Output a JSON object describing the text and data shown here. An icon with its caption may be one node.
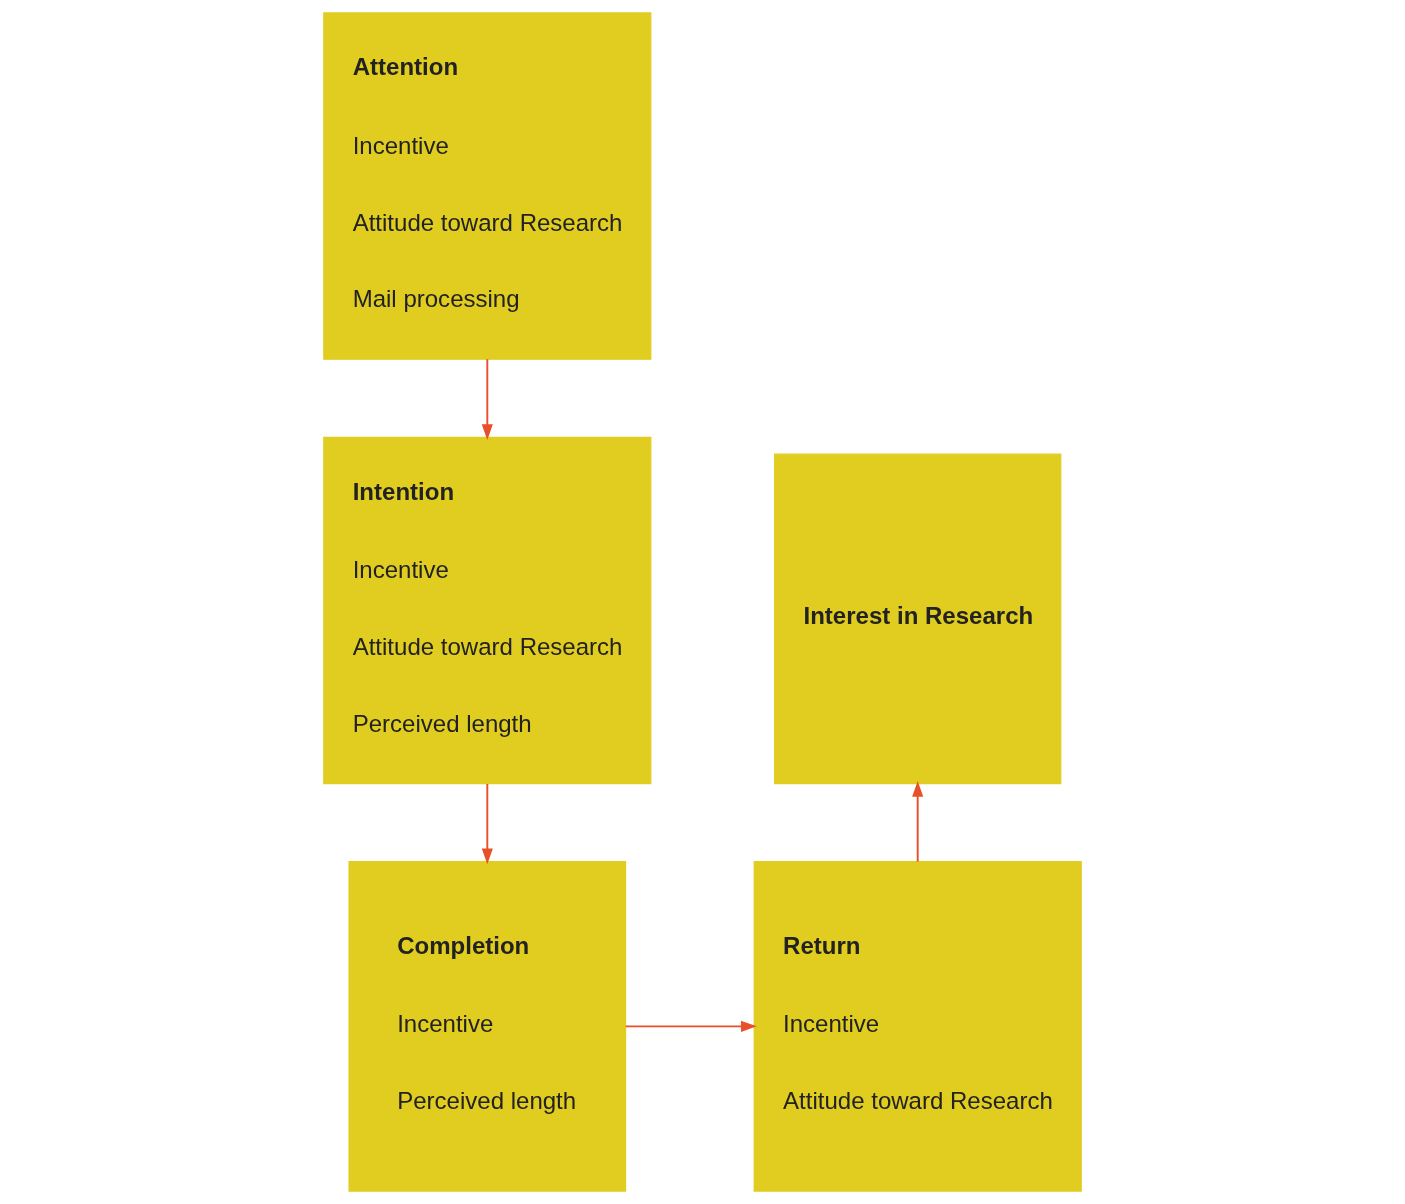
{
  "diagram": {
    "nodes": [
      {
        "text": [
          "Attention",
          "Incentive",
          "Attitude toward Research",
          "Mail processing"
        ]
      },
      {
        "text": [
          "Intention",
          "Incentive",
          "Attitude toward Research",
          "Perceived length"
        ]
      },
      {
        "text": [
          "Completion",
          "Incentive",
          "Perceived length"
        ]
      },
      {
        "text": [
          "Interest in Research"
        ]
      },
      {
        "text": [
          "Return",
          "Incentive",
          "Attitude toward Research"
        ]
      }
    ],
    "edges": [
      {
        "from": 0,
        "to": 1,
        "arrow": "to"
      },
      {
        "from": 1,
        "to": 2,
        "arrow": "to"
      },
      {
        "from": 2,
        "to": 4,
        "arrow": "to"
      },
      {
        "from": 4,
        "to": 3,
        "arrow": "to"
      }
    ]
  }
}
